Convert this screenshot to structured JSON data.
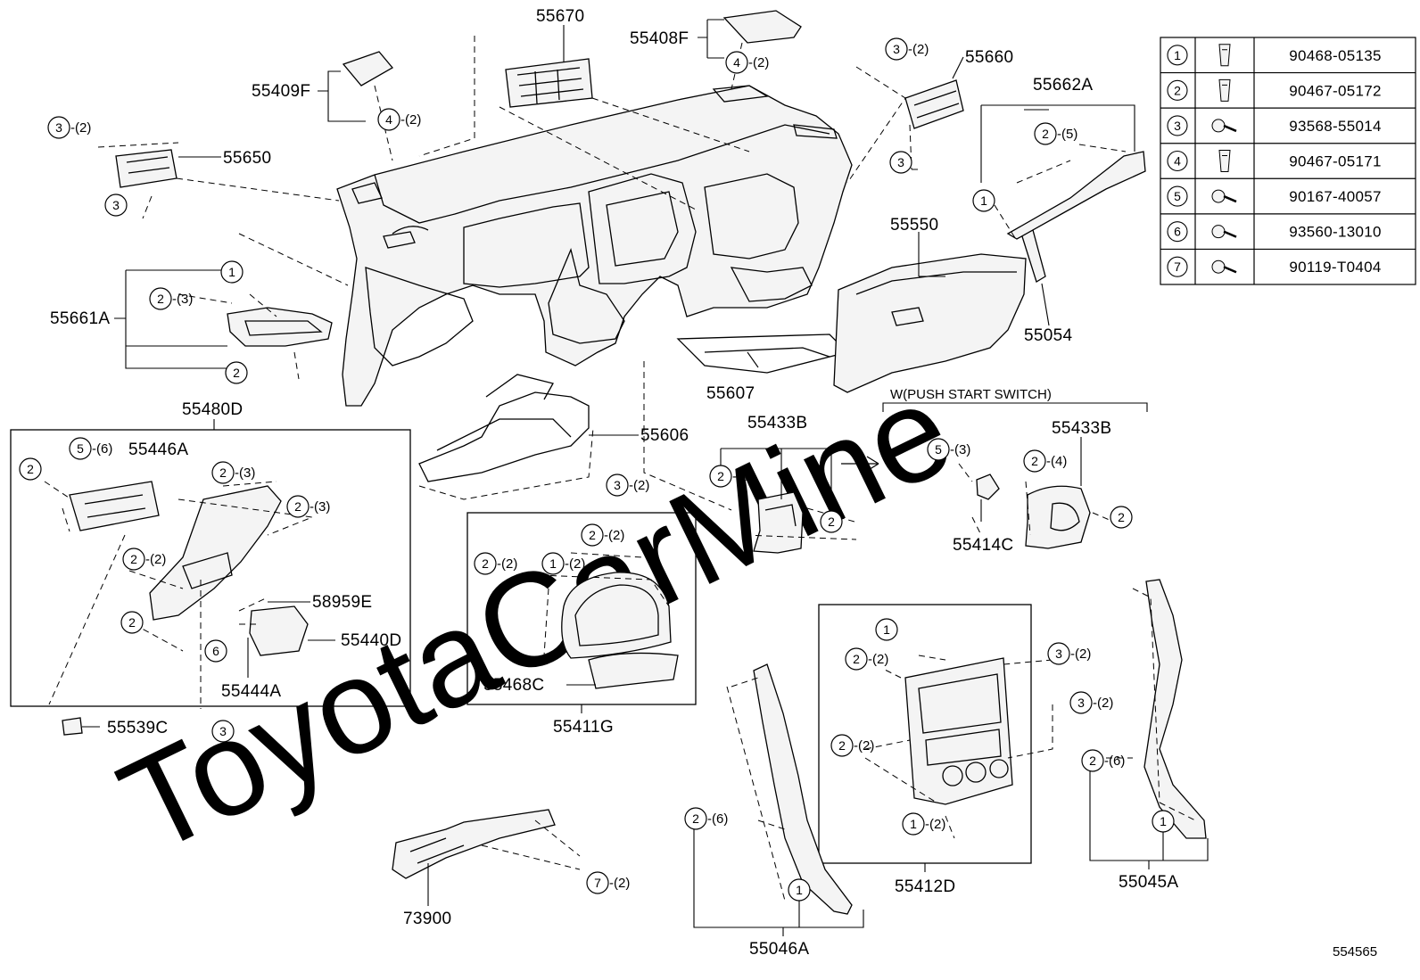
{
  "watermark": "ToyotaCarMine",
  "diagram_id": "554565",
  "push_start_label": "W(PUSH START SWITCH)",
  "parts": {
    "p55670": "55670",
    "p55408F": "55408F",
    "p55409F": "55409F",
    "p55650": "55650",
    "p55660": "55660",
    "p55662A": "55662A",
    "p55661A": "55661A",
    "p55550": "55550",
    "p55054": "55054",
    "p55607": "55607",
    "p55606": "55606",
    "p55480D": "55480D",
    "p55446A": "55446A",
    "p58959E": "58959E",
    "p55440D": "55440D",
    "p55444A": "55444A",
    "p55539C": "55539C",
    "p55433B_left": "55433B",
    "p55433B_right": "55433B",
    "p55414C": "55414C",
    "p55468C": "55468C",
    "p55411G": "55411G",
    "p55412D": "55412D",
    "p55045A": "55045A",
    "p55046A": "55046A",
    "p73900": "73900"
  },
  "callouts": {
    "q2": "-(2)",
    "q3": "-(3)",
    "q4": "-(4)",
    "q5": "-(5)",
    "q6": "-(6)"
  },
  "legend": [
    {
      "num": "1",
      "part": "90468-05135"
    },
    {
      "num": "2",
      "part": "90467-05172"
    },
    {
      "num": "3",
      "part": "93568-55014"
    },
    {
      "num": "4",
      "part": "90467-05171"
    },
    {
      "num": "5",
      "part": "90167-40057"
    },
    {
      "num": "6",
      "part": "93560-13010"
    },
    {
      "num": "7",
      "part": "90119-T0404"
    }
  ]
}
